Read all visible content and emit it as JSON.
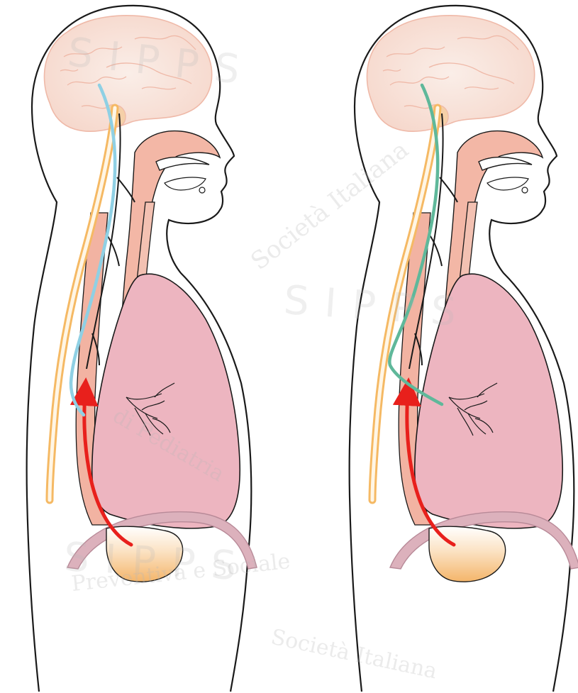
{
  "watermark": {
    "acronym": "SIPPS",
    "name_part1": "Società Italiana",
    "name_part2": "di Pediatria",
    "name_part3": "Preventiva e Sociale"
  },
  "panels": [
    {
      "id": "left",
      "tube_color": "#8fd0e4",
      "tube_path": "neck-to-esophagus"
    },
    {
      "id": "right",
      "tube_color": "#5fb89a",
      "tube_path": "neck-to-bronchus"
    }
  ],
  "colors": {
    "outline": "#1a1a1a",
    "brain": "#f6d7cb",
    "airway": "#f0a898",
    "lung": "#edb5c0",
    "spine": "#f5b964",
    "reflux_arrow": "#e8201c",
    "stomach": "#f4b56a",
    "diaphragm": "#dcb1bc"
  }
}
